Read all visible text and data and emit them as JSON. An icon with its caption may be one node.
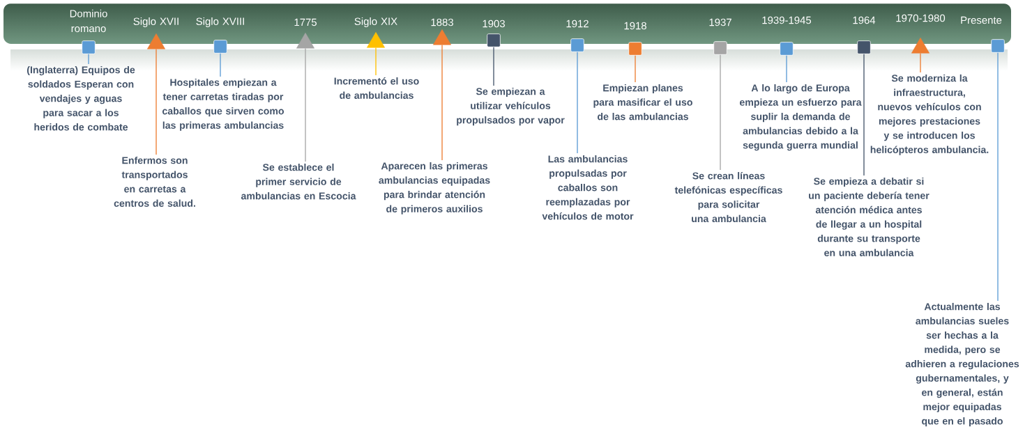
{
  "diagram": {
    "nodes": [
      {
        "text": [],
        "shape": "box",
        "beside": [
          "Dominio romano"
        ]
      },
      {
        "text": [
          "(Inglaterra) Equipos de soldados Esperan con vendajes y aguas para sacar a los heridos de combate"
        ]
      },
      {
        "text": [],
        "shape": "triangle",
        "beside": [
          "Siglo XVII"
        ]
      },
      {
        "text": [
          "Enfermos son transportados en carretas a centros de salud."
        ]
      },
      {
        "text": [],
        "shape": "box",
        "beside": [
          "Siglo XVIII"
        ]
      },
      {
        "text": [
          "Hospitales empiezan a tener carretas tiradas por caballos que sirven como las primeras ambulancias"
        ]
      },
      {
        "text": [],
        "shape": "triangle",
        "beside": [
          "1775"
        ]
      },
      {
        "text": [
          "Se establece el primer servicio de ambulancias en Escocia"
        ]
      },
      {
        "text": [],
        "shape": "triangle",
        "beside": [
          "Siglo XIX"
        ]
      },
      {
        "text": [
          "Incrementó el uso de ambulancias"
        ]
      },
      {
        "text": [],
        "shape": "triangle",
        "beside": [
          "1883"
        ]
      },
      {
        "text": [
          "Aparecen las primeras ambulancias equipadas para brindar atención de primeros auxilios"
        ]
      },
      {
        "text": [],
        "shape": "box",
        "beside": [
          "1903"
        ]
      },
      {
        "text": [
          "Se empiezan a utilizar vehículos propulsados por vapor"
        ]
      },
      {
        "text": [],
        "shape": "box",
        "beside": [
          "1912"
        ]
      },
      {
        "text": [
          "Las ambulancias propulsadas por caballos son reemplazadas por vehículos de motor"
        ]
      },
      {
        "text": [],
        "shape": "box",
        "beside": [
          "1918"
        ]
      },
      {
        "text": [
          "Empiezan planes para masificar el uso de las ambulancias"
        ]
      },
      {
        "text": [],
        "shape": "box",
        "beside": [
          "1937"
        ]
      },
      {
        "text": [
          "Se crean líneas telefónicas específicas para solicitar una ambulancia"
        ]
      },
      {
        "text": [],
        "shape": "box",
        "beside": [
          "1939-1945"
        ]
      },
      {
        "text": [
          "A lo largo de Europa empieza un esfuerzo para suplir la demanda de ambulancias debido a la segunda guerra mundial"
        ]
      },
      {
        "text": [],
        "shape": "box",
        "beside": [
          "1964"
        ]
      },
      {
        "text": [
          "Se empieza a debatir si un paciente debería tener atención médica antes de llegar a un hospital durante su transporte en una ambulancia"
        ]
      },
      {
        "text": [],
        "shape": "triangle",
        "beside": [
          "1970-1980"
        ]
      },
      {
        "text": [
          "Se moderniza la infraestructura, nuevos vehículos con mejores prestaciones y se introducen los helicópteros ambulancia."
        ]
      },
      {
        "text": [],
        "shape": "box",
        "beside": [
          "Presente"
        ]
      },
      {
        "text": [
          "Actualmente las ambulancias sueles ser hechas a la medida, pero se adhieren a regulaciones gubernamentales, y en general, están mejor equipadas que en el pasado"
        ]
      }
    ],
    "edges": [
      {
        "from": 0,
        "to": 1,
        "arrow": "none"
      },
      {
        "from": 2,
        "to": 3,
        "arrow": "none",
        "color": "#ed7d31"
      },
      {
        "from": 4,
        "to": 5,
        "arrow": "none"
      },
      {
        "from": 6,
        "to": 7,
        "arrow": "none",
        "color": "#a5a5a5"
      },
      {
        "from": 8,
        "to": 9,
        "arrow": "none",
        "color": "#ffc000"
      },
      {
        "from": 10,
        "to": 11,
        "arrow": "none",
        "color": "#ed7d31"
      },
      {
        "from": 12,
        "to": 13,
        "arrow": "none",
        "color": "#44546a"
      },
      {
        "from": 14,
        "to": 15,
        "arrow": "none"
      },
      {
        "from": 16,
        "to": 17,
        "arrow": "none",
        "color": "#ed7d31"
      },
      {
        "from": 18,
        "to": 19,
        "arrow": "none",
        "color": "#a5a5a5"
      },
      {
        "from": 20,
        "to": 21,
        "arrow": "none"
      },
      {
        "from": 22,
        "to": 23,
        "arrow": "none",
        "color": "#44546a"
      },
      {
        "from": 24,
        "to": 25,
        "arrow": "none",
        "color": "#ed7d31"
      },
      {
        "from": 26,
        "to": 27,
        "arrow": "none"
      }
    ]
  }
}
